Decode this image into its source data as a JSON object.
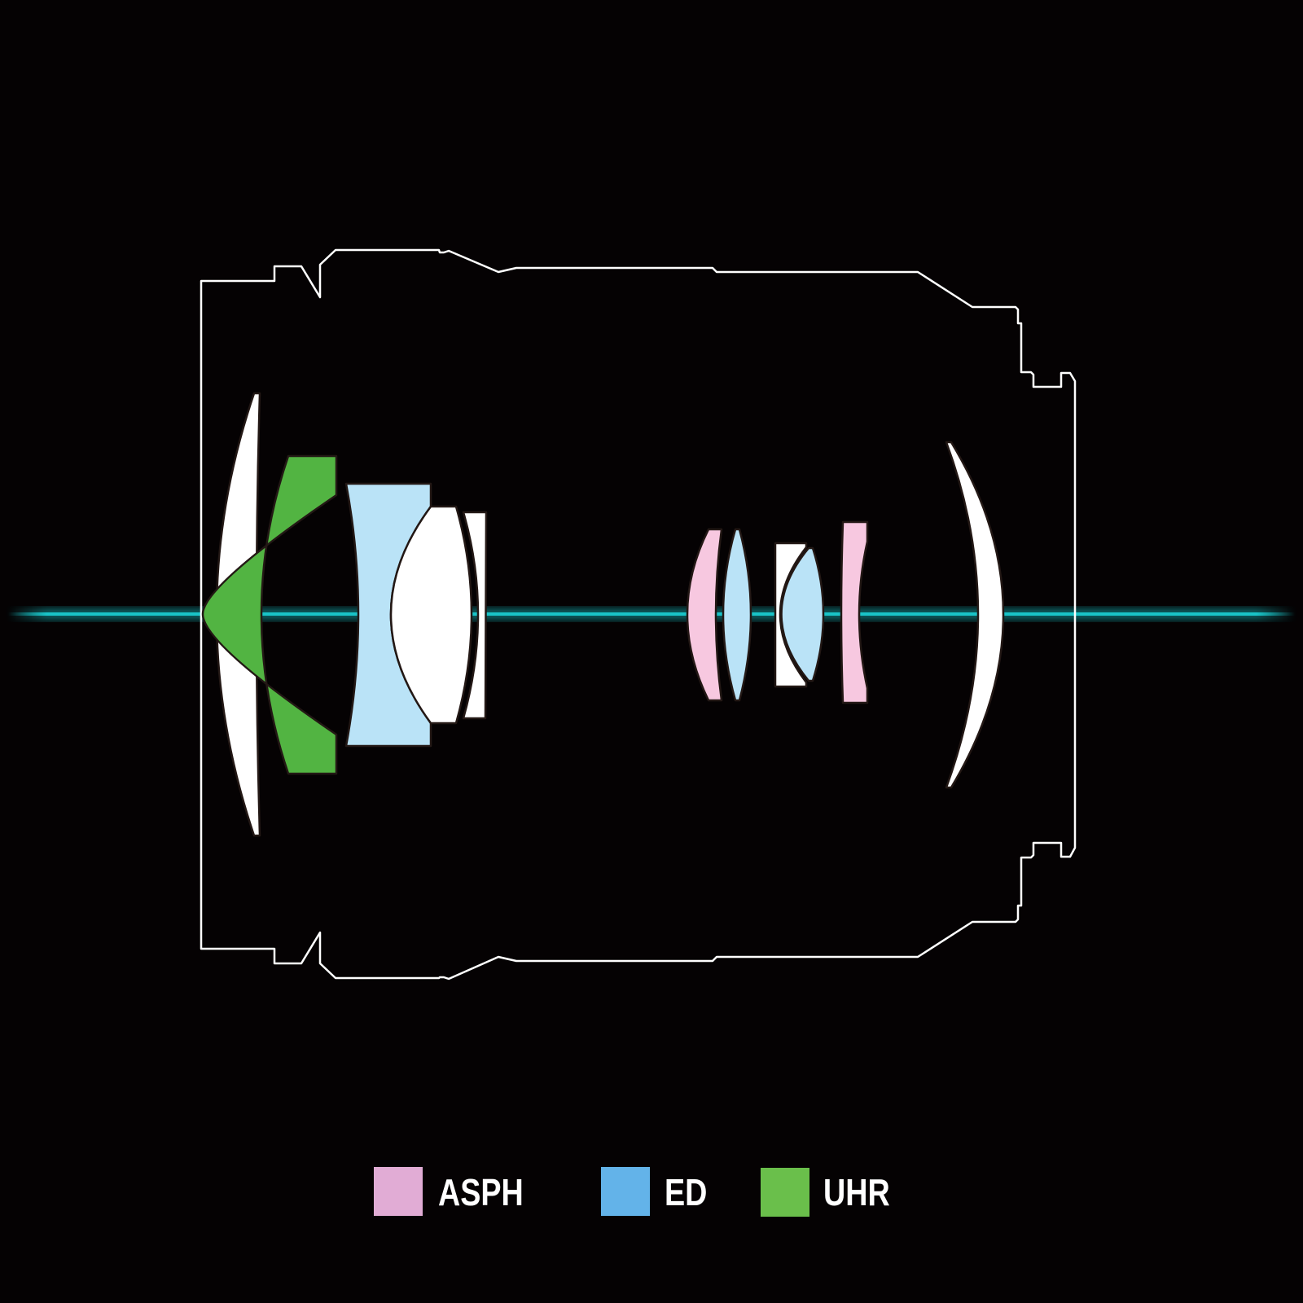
{
  "colors": {
    "background": "#050203",
    "outline": "#ffffff",
    "axis": "#19c4c8",
    "asph_fill": "#f7c8e0",
    "ed_fill": "#bae3f7",
    "uhr_fill": "#52b442",
    "plain_fill": "#ffffff"
  },
  "legend": [
    {
      "label": "ASPH",
      "color": "#e1acd5"
    },
    {
      "label": "ED",
      "color": "#63b3e9"
    },
    {
      "label": "UHR",
      "color": "#6abf4b"
    }
  ],
  "lens_elements": [
    "plain",
    "uhr",
    "ed",
    "plain",
    "plain",
    "asph",
    "ed",
    "plain",
    "ed",
    "asph",
    "plain"
  ]
}
